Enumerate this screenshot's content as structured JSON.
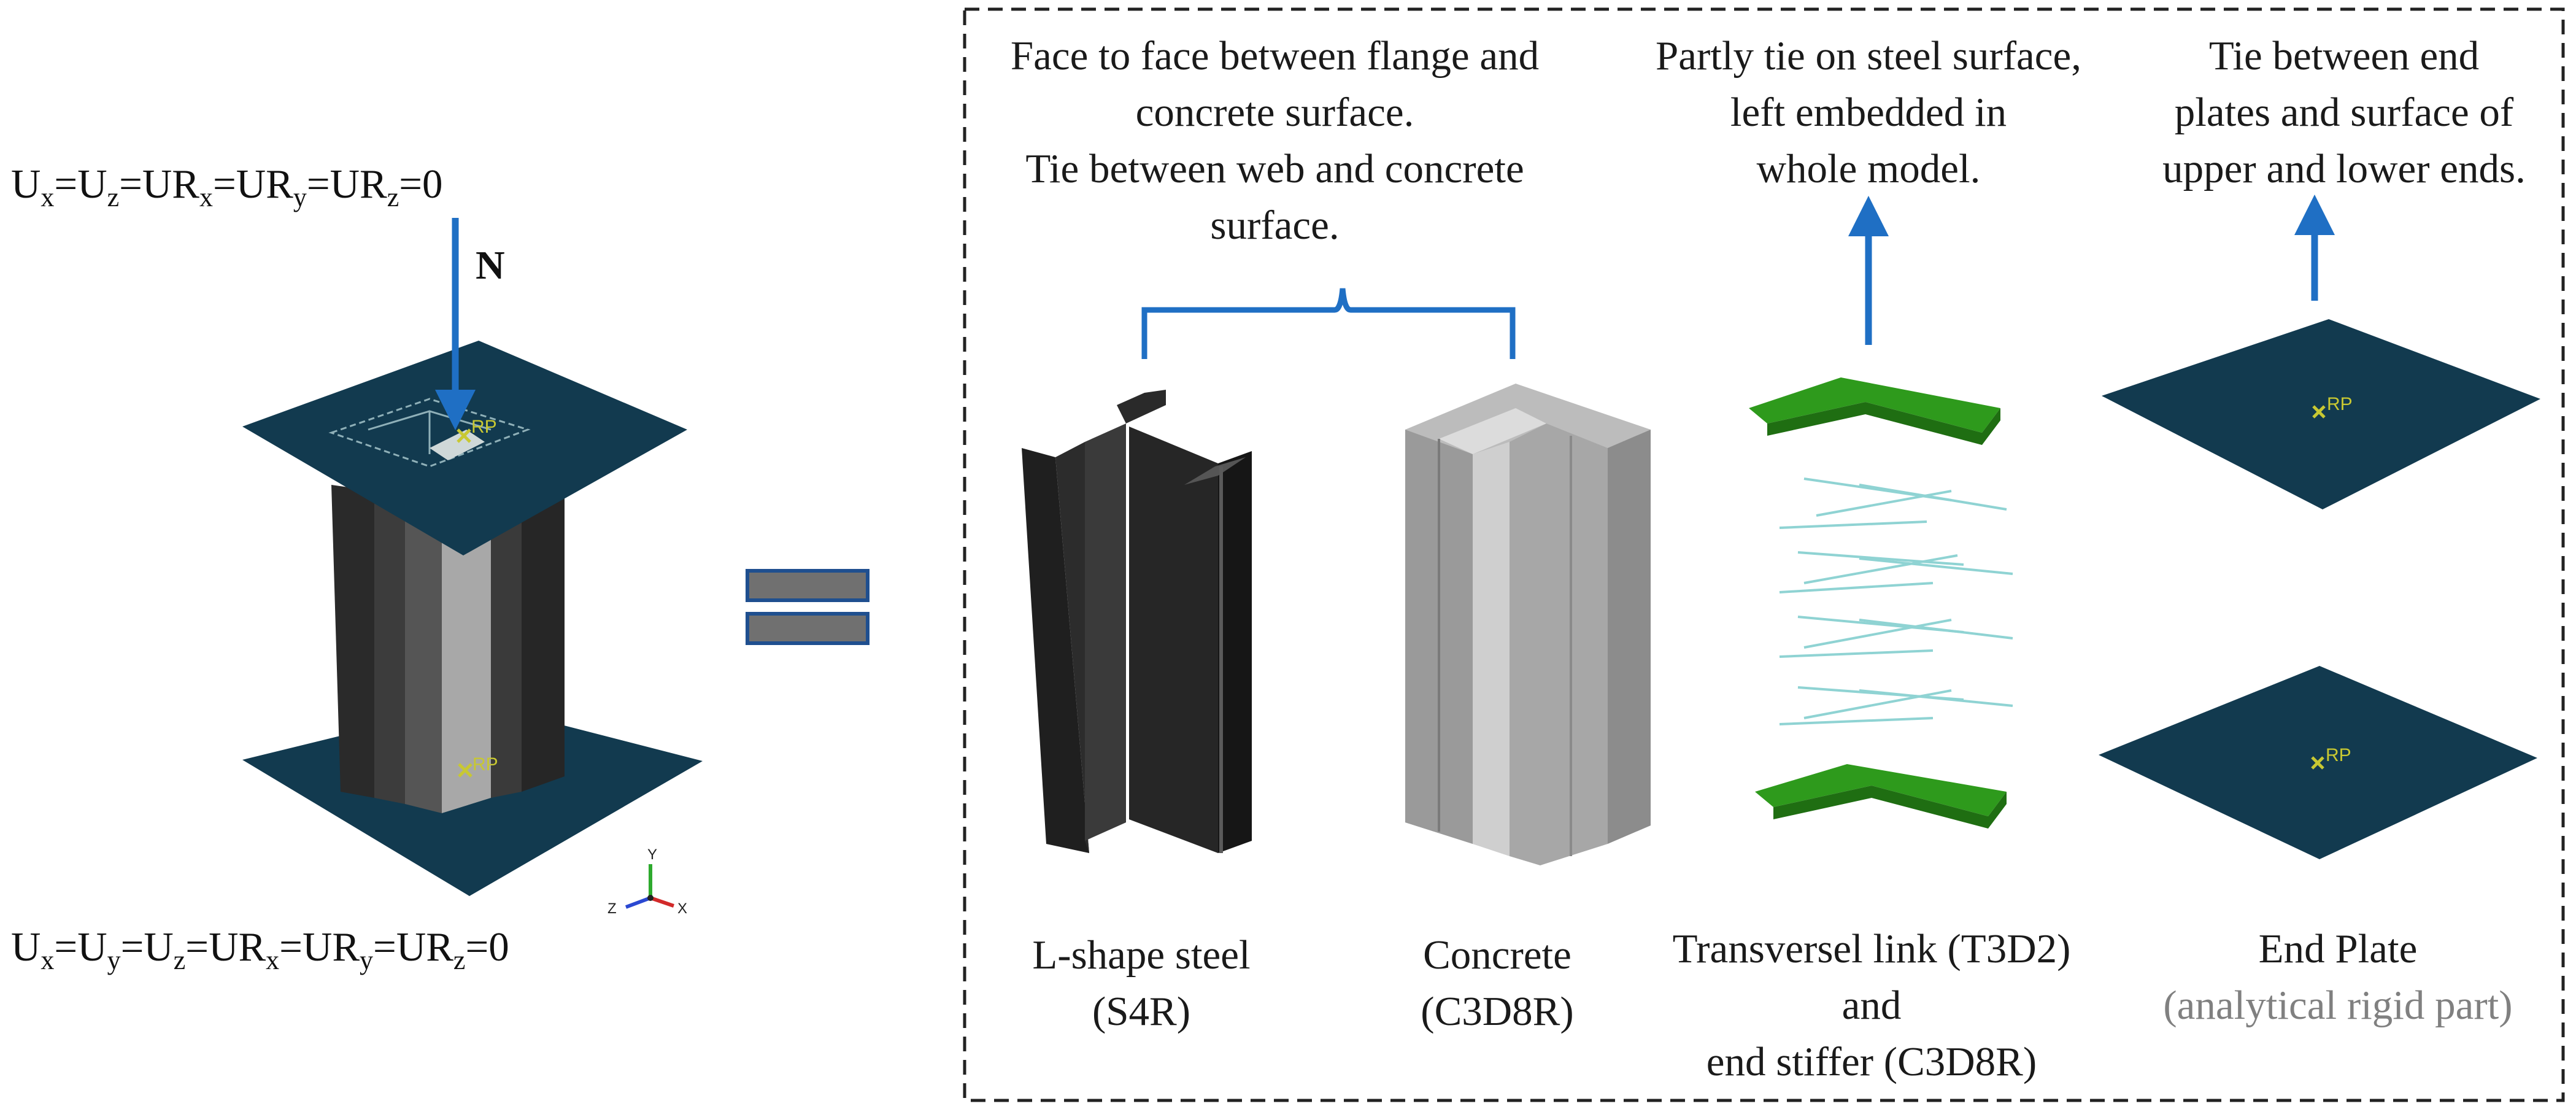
{
  "left_model": {
    "top_bc": "Ux=Uz=URx=URy=URz=0",
    "bottom_bc": "Ux=Uy=Uz=URx=URy=URz=0",
    "load_label": "N",
    "rp_label": "RP",
    "axes": {
      "y": "Y",
      "x": "X",
      "z": "Z"
    }
  },
  "equals_symbol": "=",
  "components": {
    "contact_note": [
      "Face to face between flange and",
      "concrete surface.",
      "Tie between web and concrete",
      "surface."
    ],
    "tie_note": [
      "Partly tie on steel surface,",
      "left embedded in",
      "whole model."
    ],
    "endplate_note": [
      "Tie between end",
      "plates and surface of",
      "upper and lower ends."
    ],
    "steel_label": [
      "L-shape steel",
      "(S4R)"
    ],
    "concrete_label": [
      "Concrete",
      "(C3D8R)"
    ],
    "link_label": [
      "Transversel link (T3D2)",
      "and",
      "end stiffer (C3D8R)"
    ],
    "endplate_label": [
      "End Plate",
      "(analytical rigid part)"
    ],
    "rp_label": "RP"
  },
  "colors": {
    "arrow": "#1f6fc4",
    "plate": "#123a4f",
    "steel": "#2b2b2b",
    "concrete": "#a3a3a3",
    "stiffener": "#2e9a1c",
    "link": "#8fd3d3",
    "equals_fill": "#707070",
    "equals_stroke": "#1f4f8f"
  }
}
